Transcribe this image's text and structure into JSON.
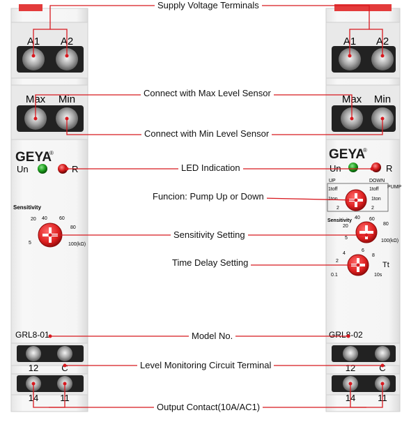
{
  "callouts": {
    "supply_voltage": "Supply Voltage Terminals",
    "max_sensor": "Connect with Max Level Sensor",
    "min_sensor": "Connect with Min Level Sensor",
    "led": "LED Indication",
    "function": "Funcion: Pump Up or Down",
    "sensitivity": "Sensitivity Setting",
    "time_delay": "Time Delay Setting",
    "model": "Model No.",
    "level_circuit": "Level Monitoring Circuit Terminal",
    "output": "Output Contact(10A/AC1)"
  },
  "left_device": {
    "model": "GRL8-01",
    "brand": "GEYA",
    "brand_mark": "®",
    "terminals": {
      "top_a": "A1",
      "top_b": "A2",
      "max": "Max",
      "min": "Min",
      "bottom_a": "12",
      "bottom_b": "C",
      "bottom_c": "14",
      "bottom_d": "11"
    },
    "led_labels": {
      "green": "Un",
      "red": "R"
    },
    "sensitivity_title": "Sensitivity",
    "sensitivity_scale": [
      "5",
      "20",
      "40",
      "60",
      "80",
      "100(kΩ)"
    ]
  },
  "right_device": {
    "model": "GRL8-02",
    "brand": "GEYA",
    "brand_mark": "®",
    "terminals": {
      "top_a": "A1",
      "top_b": "A2",
      "max": "Max",
      "min": "Min",
      "bottom_a": "12",
      "bottom_b": "C",
      "bottom_c": "14",
      "bottom_d": "11"
    },
    "led_labels": {
      "green": "Un",
      "red": "R"
    },
    "function_labels": {
      "up": "UP",
      "down": "DOWN",
      "pump": "PUMP",
      "up_1toff": "1toff",
      "up_1ton": "1ton",
      "down_1toff": "1toff",
      "down_1ton": "1ton",
      "left_2": "2",
      "right_2": "2"
    },
    "sensitivity_title": "Sensitivity",
    "sensitivity_scale": [
      "5",
      "20",
      "40",
      "60",
      "80",
      "100(kΩ)"
    ],
    "time_scale": [
      "0.1",
      "2",
      "4",
      "6",
      "8",
      "10s"
    ],
    "time_label": "Tt"
  },
  "colors": {
    "accent": "#d8191f",
    "knob": "#e02a2a",
    "led_green": "#1fa11f",
    "led_red": "#d21a1a",
    "housing": "#f1f1f1",
    "terminal_block": "#e4e4e4",
    "screw_hole": "#1e1e1e"
  }
}
